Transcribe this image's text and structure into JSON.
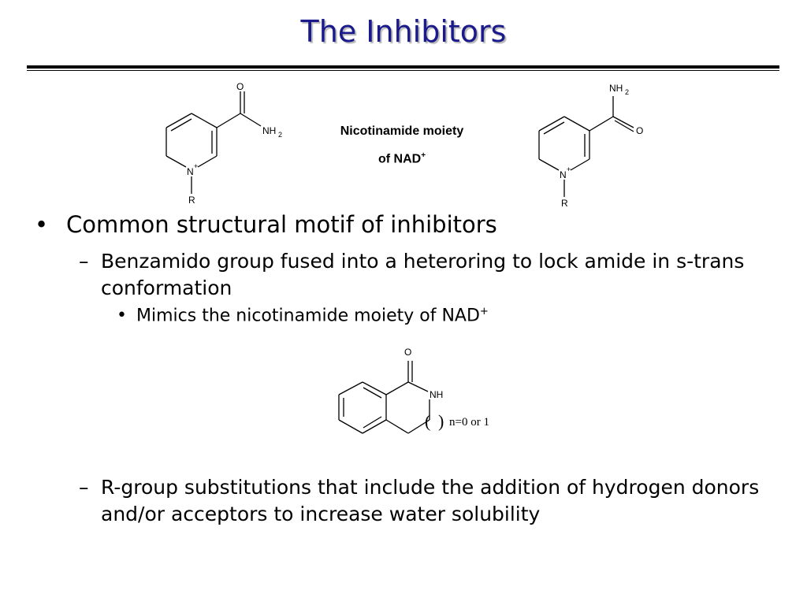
{
  "slide": {
    "title": "The Inhibitors"
  },
  "structures": {
    "left": {
      "O": "O",
      "NH": "NH",
      "sub2": "2",
      "N": "N",
      "plus": "+",
      "R": "R"
    },
    "right": {
      "NH": "NH",
      "sub2": "2",
      "O": "O",
      "N": "N",
      "plus": "+",
      "R": "R"
    },
    "caption": {
      "line1": "Nicotinamide moiety",
      "line2": "of NAD",
      "plus": "+"
    },
    "bottom": {
      "O": "O",
      "NH": "NH",
      "n_label": "n=0 or 1"
    }
  },
  "bullets": {
    "level1": {
      "marker": "•",
      "text": "Common structural motif of inhibitors"
    },
    "level2a": {
      "marker": "–",
      "text": "Benzamido group fused into a heteroring to lock amide in s-trans conformation"
    },
    "level3": {
      "marker": "•",
      "text": "Mimics the nicotinamide moiety of NAD",
      "sup": "+"
    },
    "level2b": {
      "marker": "–",
      "text": "R-group substitutions that include the addition of hydrogen donors and/or acceptors to increase water solubility"
    }
  }
}
